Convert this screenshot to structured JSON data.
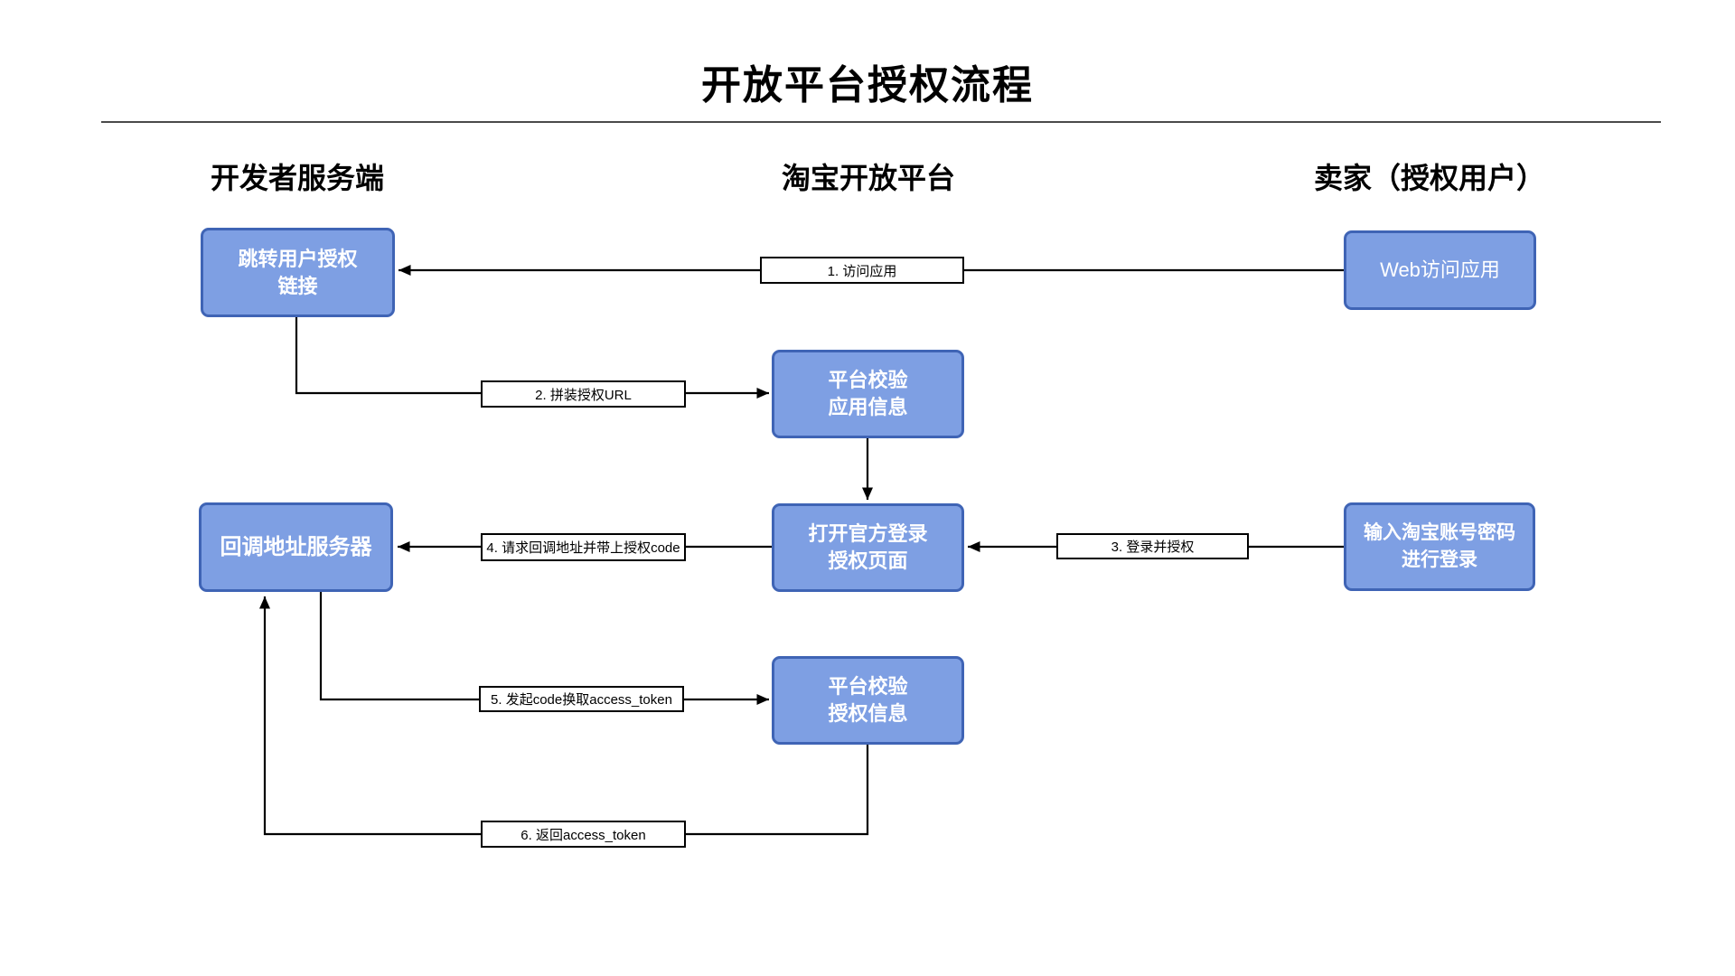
{
  "title": "开放平台授权流程",
  "columns": {
    "developer": "开发者服务端",
    "platform": "淘宝开放平台",
    "seller": "卖家（授权用户）"
  },
  "nodes": {
    "jump_auth_link": {
      "label": "跳转用户授权\n链接"
    },
    "web_access": {
      "label": "Web访问应用"
    },
    "verify_app": {
      "label": "平台校验\n应用信息"
    },
    "open_login": {
      "label": "打开官方登录\n授权页面"
    },
    "callback_server": {
      "label": "回调地址服务器"
    },
    "input_account": {
      "label": "输入淘宝账号密码\n进行登录"
    },
    "verify_auth": {
      "label": "平台校验\n授权信息"
    }
  },
  "steps": {
    "s1": {
      "label": "1. 访问应用"
    },
    "s2": {
      "label": "2. 拼装授权URL"
    },
    "s3": {
      "label": "3. 登录并授权"
    },
    "s4": {
      "label": "4. 请求回调地址并带上授权code"
    },
    "s5": {
      "label": "5. 发起code换取access_token"
    },
    "s6": {
      "label": "6. 返回access_token"
    }
  },
  "colors": {
    "node_fill": "#7E9FE3",
    "node_border": "#3F64B5",
    "node_text": "#FFFFFF",
    "connector": "#000000"
  }
}
